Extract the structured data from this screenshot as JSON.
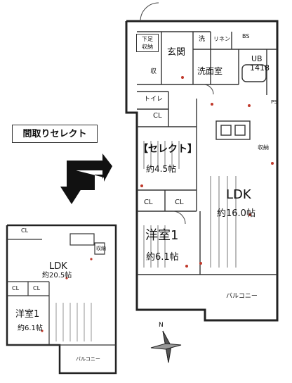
{
  "callout": {
    "text": "間取りセレクト"
  },
  "main_plan": {
    "shoes_storage": "下足\n収納",
    "genkan": "玄関",
    "wash_label": "洗",
    "linen": "リネン",
    "bs": "BS",
    "ub_label": "UB",
    "ub_size": "1418",
    "washroom": "洗面室",
    "storage_small": "収",
    "toilet": "トイレ",
    "cl_1": "CL",
    "select_heading": "【セレクト】",
    "select_size": "約4.5帖",
    "cl_2": "CL",
    "cl_3": "CL",
    "ldk_name": "LDK",
    "ldk_size": "約16.0帖",
    "western_name": "洋室1",
    "western_size": "約6.1帖",
    "storage_right": "収納",
    "ps": "PS",
    "balcony": "バルコニー"
  },
  "alt_plan": {
    "cl_top": "CL",
    "storage_small": "収納",
    "ldk_name": "LDK",
    "ldk_size": "約20.5帖",
    "cl_a": "CL",
    "cl_b": "CL",
    "western_name": "洋室1",
    "western_size": "約6.1帖",
    "balcony": "バルコニー"
  },
  "compass": {
    "north": "N"
  },
  "colors": {
    "arrow": "#111111",
    "callout_border": "#333333",
    "wall": "#222222"
  }
}
